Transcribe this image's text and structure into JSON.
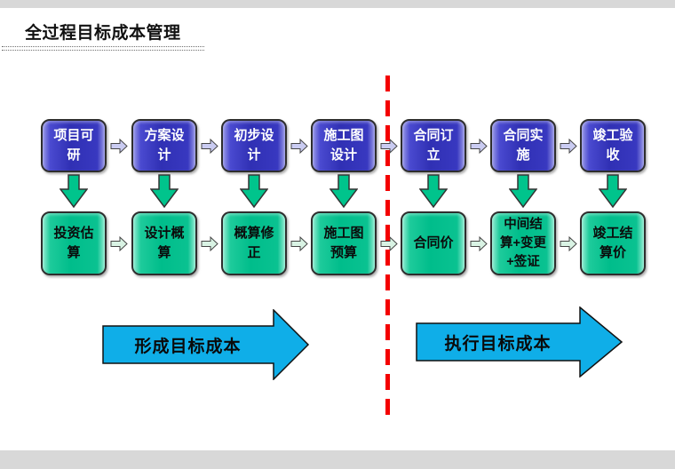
{
  "page": {
    "title": "全过程目标成本管理"
  },
  "flow": {
    "stages": [
      {
        "top": "项目可研",
        "bottom": "投资估算"
      },
      {
        "top": "方案设计",
        "bottom": "设计概算"
      },
      {
        "top": "初步设计",
        "bottom": "概算修正"
      },
      {
        "top": "施工图设计",
        "bottom": "施工图预算"
      },
      {
        "top": "合同订立",
        "bottom": "合同价"
      },
      {
        "top": "合同实施",
        "bottom": "中间结算+变更+签证"
      },
      {
        "top": "竣工验收",
        "bottom": "竣工结算价"
      }
    ]
  },
  "summary": {
    "left_arrow_label": "形成目标成本",
    "right_arrow_label": "执行目标成本"
  },
  "colors": {
    "stage_box_blue": "#3535BF",
    "result_box_green": "#00C493",
    "down_arrow_green": "#00C48C",
    "connector_blue": "#CACCF2",
    "connector_green": "#D9F3E4",
    "summary_arrow_cyan": "#0FAEE8",
    "divider_red": "#F40000"
  }
}
